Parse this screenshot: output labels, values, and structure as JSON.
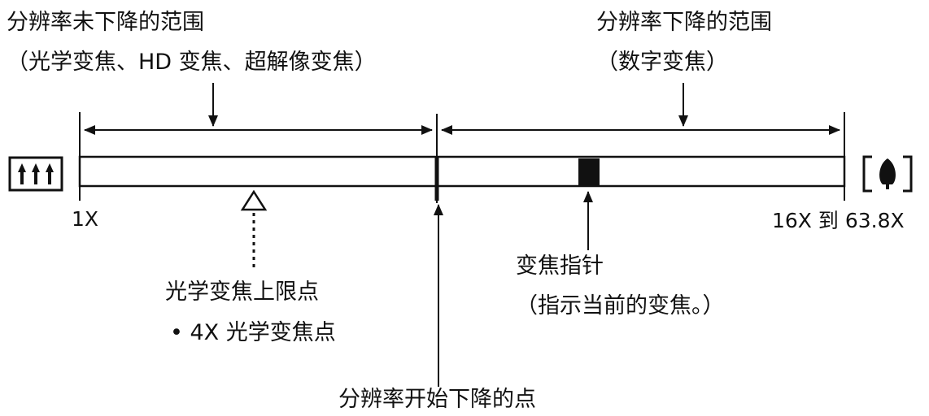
{
  "labels": {
    "left_range_line1": "分辨率未下降的范围",
    "left_range_line2": "（光学变焦、HD 变焦、超解像变焦）",
    "right_range_line1": "分辨率下降的范围",
    "right_range_line2": "（数字变焦）",
    "scale_min": "1X",
    "scale_max": "16X 到 63.8X",
    "optical_limit_line1": "光学变焦上限点",
    "optical_limit_line2": "• 4X 光学变焦点",
    "zoom_pointer_line1": "变焦指针",
    "zoom_pointer_line2": "（指示当前的变焦。）",
    "degradation_point": "分辨率开始下降的点"
  },
  "icons": {
    "wide_icon": "three-trees-wide-angle-icon",
    "tele_icon": "single-tree-telephoto-icon",
    "optical_marker": "hollow-triangle-marker",
    "zoom_pointer": "filled-square-pointer"
  },
  "colors": {
    "ink": "#111111",
    "background": "#ffffff"
  }
}
